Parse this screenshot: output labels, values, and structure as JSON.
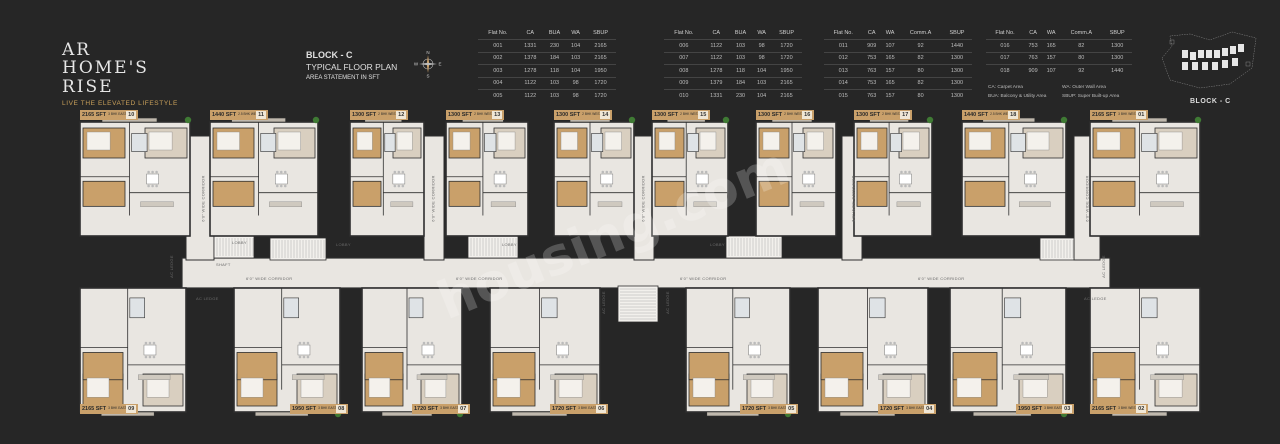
{
  "brand": {
    "line1": "AR",
    "line2": "HOME'S RISE",
    "tagline": "LIVE THE ELEVATED LIFESTYLE"
  },
  "plan": {
    "block": "BLOCK - C",
    "title": "TYPICAL FLOOR PLAN",
    "subtitle": "AREA STATEMENT IN SFT"
  },
  "compass": {
    "n": "N",
    "e": "E",
    "s": "S",
    "w": "W"
  },
  "tables": [
    {
      "headers": [
        "Flat No.",
        "CA",
        "BUA",
        "WA",
        "SBUP"
      ],
      "rows": [
        [
          "001",
          "1331",
          "230",
          "104",
          "2165"
        ],
        [
          "002",
          "1378",
          "184",
          "103",
          "2165"
        ],
        [
          "003",
          "1278",
          "118",
          "104",
          "1950"
        ],
        [
          "004",
          "1122",
          "103",
          "98",
          "1720"
        ],
        [
          "005",
          "1122",
          "103",
          "98",
          "1720"
        ]
      ]
    },
    {
      "headers": [
        "Flat No.",
        "CA",
        "BUA",
        "WA",
        "SBUP"
      ],
      "rows": [
        [
          "006",
          "1122",
          "103",
          "98",
          "1720"
        ],
        [
          "007",
          "1122",
          "103",
          "98",
          "1720"
        ],
        [
          "008",
          "1278",
          "118",
          "104",
          "1950"
        ],
        [
          "009",
          "1379",
          "184",
          "103",
          "2165"
        ],
        [
          "010",
          "1331",
          "230",
          "104",
          "2165"
        ]
      ]
    },
    {
      "headers": [
        "Flat No.",
        "CA",
        "WA",
        "Comm.A",
        "SBUP"
      ],
      "rows": [
        [
          "011",
          "909",
          "107",
          "92",
          "1440"
        ],
        [
          "012",
          "753",
          "165",
          "82",
          "1300"
        ],
        [
          "013",
          "763",
          "157",
          "80",
          "1300"
        ],
        [
          "014",
          "753",
          "165",
          "82",
          "1300"
        ],
        [
          "015",
          "763",
          "157",
          "80",
          "1300"
        ]
      ]
    },
    {
      "headers": [
        "Flat No.",
        "CA",
        "WA",
        "Comm.A",
        "SBUP"
      ],
      "rows": [
        [
          "016",
          "753",
          "165",
          "82",
          "1300"
        ],
        [
          "017",
          "763",
          "157",
          "80",
          "1300"
        ],
        [
          "018",
          "909",
          "107",
          "92",
          "1440"
        ]
      ]
    }
  ],
  "legend": {
    "ca": "CA: Carpet Area",
    "bua": "BUA: Balcony & Utility Area",
    "wa": "WA: Outer Wall Area",
    "sbup": "SBUP: Super Built-up Area"
  },
  "keyplan_label": "BLOCK - C",
  "watermark": "housing.com",
  "corridor": {
    "label": "6'0\" WIDE CORRIDOR",
    "ac_ledge": "AC LEDGE",
    "lobby": "LOBBY",
    "shaft": "SHAFT"
  },
  "top_flats": [
    {
      "area": "2165 SFT",
      "no": "10",
      "info": "3 BHK EAST"
    },
    {
      "area": "1440 SFT",
      "no": "11",
      "info": "2.5 BHK WEST"
    },
    {
      "area": "1300 SFT",
      "no": "12",
      "info": "2 BHK WEST"
    },
    {
      "area": "1300 SFT",
      "no": "13",
      "info": "2 BHK WEST"
    },
    {
      "area": "1300 SFT",
      "no": "14",
      "info": "2 BHK WEST"
    },
    {
      "area": "1300 SFT",
      "no": "15",
      "info": "2 BHK WEST"
    },
    {
      "area": "1300 SFT",
      "no": "16",
      "info": "2 BHK WEST"
    },
    {
      "area": "1300 SFT",
      "no": "17",
      "info": "2 BHK WEST"
    },
    {
      "area": "1440 SFT",
      "no": "18",
      "info": "2.5 BHK WEST"
    },
    {
      "area": "2165 SFT",
      "no": "01",
      "info": "3 BHK WEST"
    }
  ],
  "bottom_flats": [
    {
      "area": "2165 SFT",
      "no": "09",
      "info": "3 BHK EAST"
    },
    {
      "area": "1950 SFT",
      "no": "08",
      "info": "3 BHK EAST"
    },
    {
      "area": "1720 SFT",
      "no": "07",
      "info": "3 BHK EAST"
    },
    {
      "area": "1720 SFT",
      "no": "06",
      "info": "3 BHK EAST"
    },
    {
      "area": "1720 SFT",
      "no": "05",
      "info": "3 BHK EAST"
    },
    {
      "area": "1720 SFT",
      "no": "04",
      "info": "3 BHK EAST"
    },
    {
      "area": "1950 SFT",
      "no": "03",
      "info": "3 BHK EAST"
    },
    {
      "area": "2165 SFT",
      "no": "02",
      "info": "3 BHK WEST"
    }
  ],
  "colors": {
    "background": "#262626",
    "floor": "#e9e6e1",
    "wood": "#c9a06a",
    "wall": "#2e2e2e",
    "tree": "#3f7a34"
  }
}
